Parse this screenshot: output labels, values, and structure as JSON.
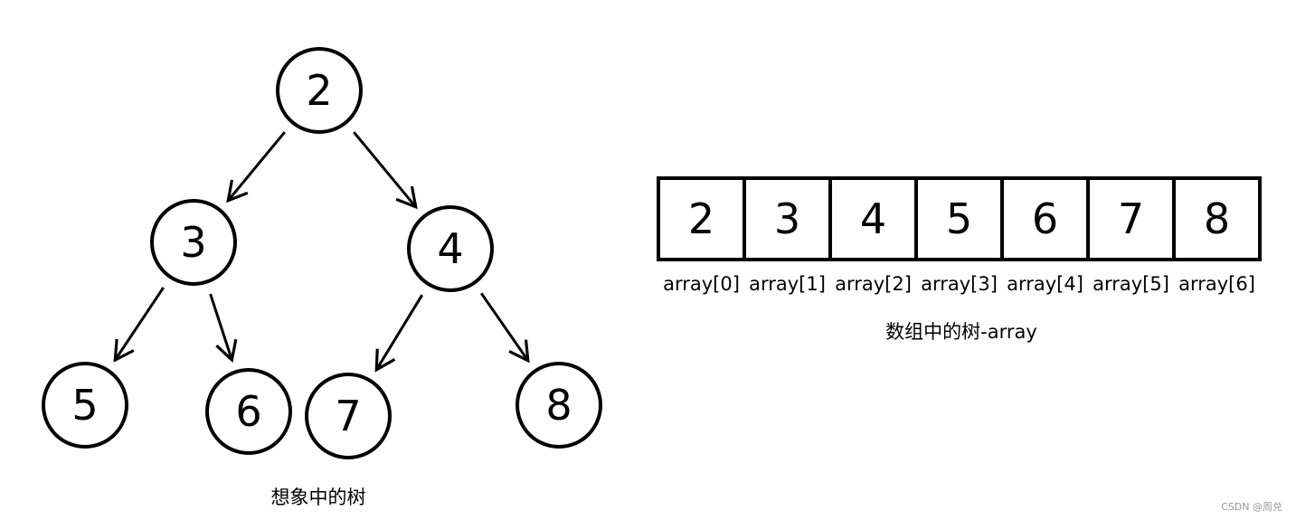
{
  "tree": {
    "nodes": [
      {
        "id": "n0",
        "label": "2"
      },
      {
        "id": "n1",
        "label": "3"
      },
      {
        "id": "n2",
        "label": "4"
      },
      {
        "id": "n3",
        "label": "5"
      },
      {
        "id": "n4",
        "label": "6"
      },
      {
        "id": "n5",
        "label": "7"
      },
      {
        "id": "n6",
        "label": "8"
      }
    ],
    "edges": [
      {
        "from": "n0",
        "to": "n1"
      },
      {
        "from": "n0",
        "to": "n2"
      },
      {
        "from": "n1",
        "to": "n3"
      },
      {
        "from": "n1",
        "to": "n4"
      },
      {
        "from": "n2",
        "to": "n5"
      },
      {
        "from": "n2",
        "to": "n6"
      }
    ],
    "caption": "想象中的树"
  },
  "array": {
    "cells": [
      {
        "value": "2",
        "index_label": "array[0]"
      },
      {
        "value": "3",
        "index_label": "array[1]"
      },
      {
        "value": "4",
        "index_label": "array[2]"
      },
      {
        "value": "5",
        "index_label": "array[3]"
      },
      {
        "value": "6",
        "index_label": "array[4]"
      },
      {
        "value": "7",
        "index_label": "array[5]"
      },
      {
        "value": "8",
        "index_label": "array[6]"
      }
    ],
    "caption": "数组中的树-array"
  },
  "watermark": "CSDN @周兑"
}
